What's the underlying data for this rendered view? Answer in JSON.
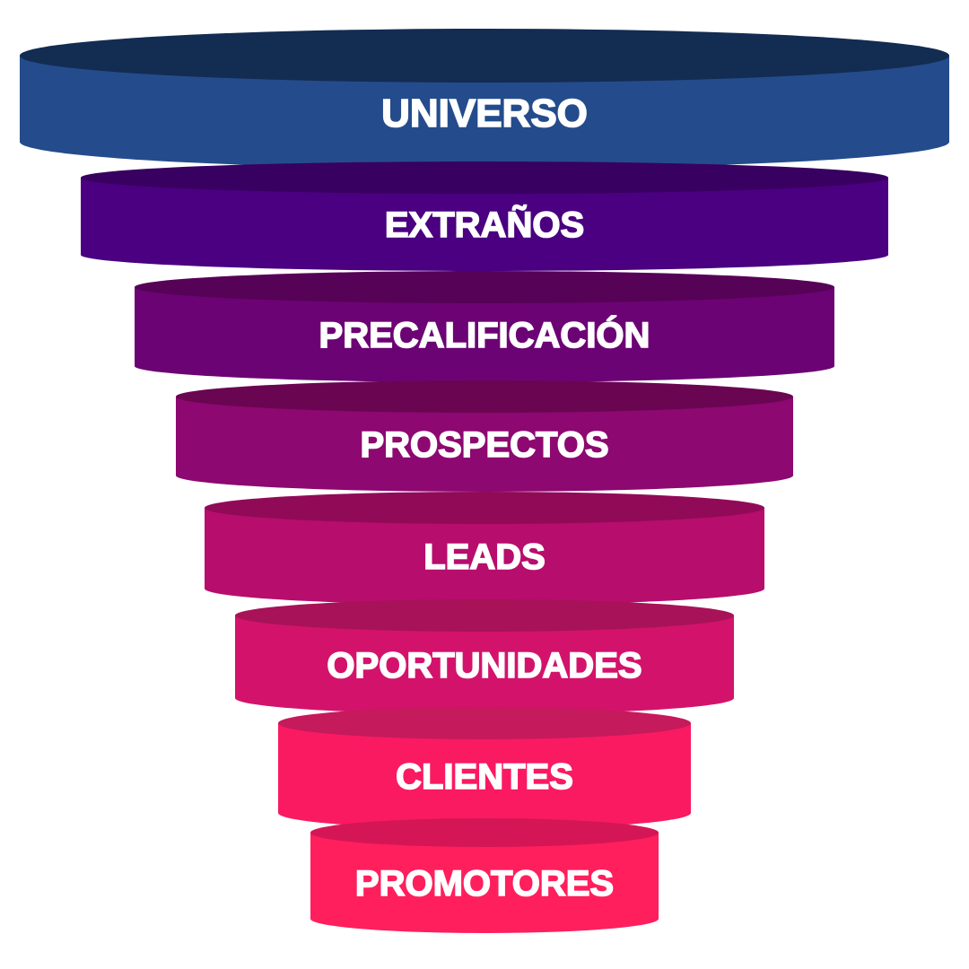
{
  "funnel": {
    "stages": [
      {
        "label": "UNIVERSO",
        "side_color": "#244c8c",
        "top_color": "#132c52"
      },
      {
        "label": "EXTRAÑOS",
        "side_color": "#4a0080",
        "top_color": "#380060"
      },
      {
        "label": "PRECALIFICACIÓN",
        "side_color": "#6c0374",
        "top_color": "#560256"
      },
      {
        "label": "PROSPECTOS",
        "side_color": "#8d0870",
        "top_color": "#6a0552"
      },
      {
        "label": "LEADS",
        "side_color": "#b70d6d",
        "top_color": "#910a58"
      },
      {
        "label": "OPORTUNIDADES",
        "side_color": "#d3136b",
        "top_color": "#a81258"
      },
      {
        "label": "CLIENTES",
        "side_color": "#f91a62",
        "top_color": "#c51a5c"
      },
      {
        "label": "PROMOTORES",
        "side_color": "#ff1f5c",
        "top_color": "#d41656"
      }
    ]
  }
}
